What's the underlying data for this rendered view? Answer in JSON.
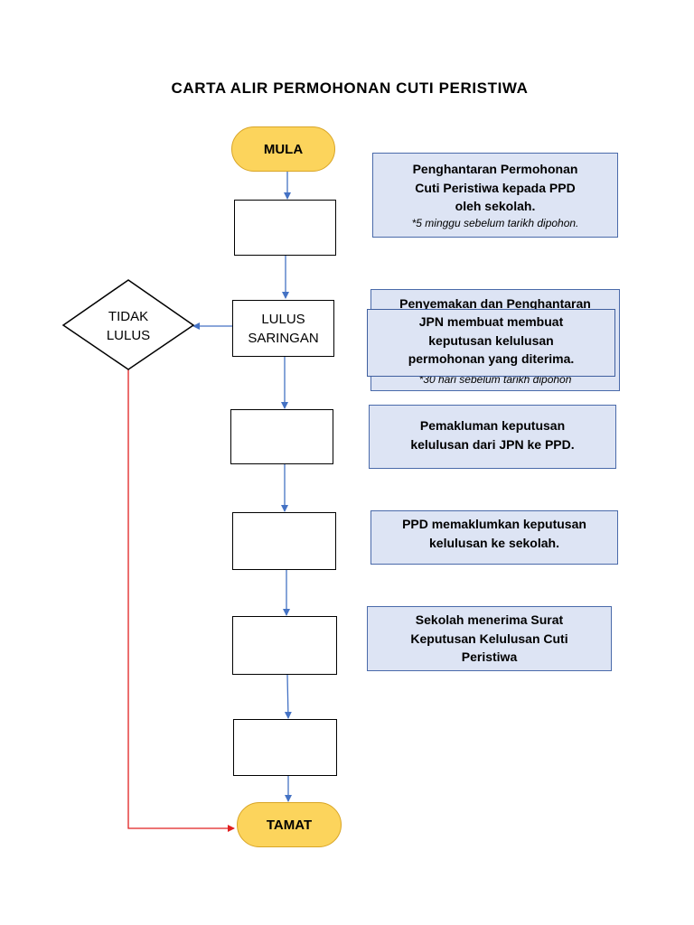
{
  "title": "CARTA ALIR PERMOHONAN CUTI PERISTIWA",
  "terminals": {
    "start": "MULA",
    "end": "TAMAT"
  },
  "decision": {
    "pass_label_line1": "LULUS",
    "pass_label_line2": "SARINGAN",
    "fail_label_line1": "TIDAK",
    "fail_label_line2": "LULUS"
  },
  "notes": [
    {
      "lines": [
        "Penghantaran Permohonan",
        "Cuti Peristiwa kepada PPD",
        "oleh sekolah."
      ],
      "sub": "*5 minggu sebelum tarikh dipohon."
    },
    {
      "lines": [
        "Penyemakan dan Penghantaran"
      ],
      "sub": "*30 hari sebelum tarikh dipohon"
    },
    {
      "lines": [
        "JPN membuat membuat",
        "keputusan kelulusan",
        "permohonan yang diterima."
      ]
    },
    {
      "lines": [
        "Pemakluman keputusan",
        "kelulusan dari JPN ke PPD."
      ]
    },
    {
      "lines": [
        "PPD memaklumkan keputusan",
        "kelulusan ke sekolah."
      ]
    },
    {
      "lines": [
        "Sekolah menerima Surat",
        "Keputusan Kelulusan Cuti",
        "Peristiwa"
      ]
    }
  ],
  "colors": {
    "flow_arrow": "#4472c4",
    "reject_arrow": "#e02020",
    "terminal_fill": "#fcd45c",
    "note_fill": "#dde4f4"
  }
}
